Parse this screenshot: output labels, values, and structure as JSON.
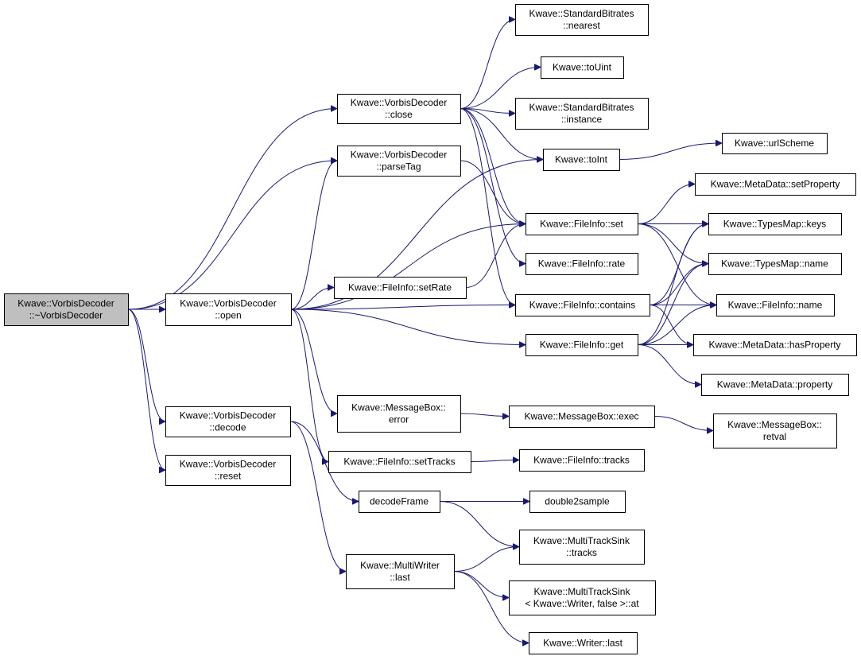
{
  "colors": {
    "edge": "#191970",
    "node_fill": "#ffffff",
    "root_fill": "#bfbfbf",
    "border": "#000000"
  },
  "nodes": [
    {
      "id": "root",
      "lines": [
        "Kwave::VorbisDecoder",
        "::~VorbisDecoder"
      ],
      "root": true
    },
    {
      "id": "close",
      "lines": [
        "Kwave::VorbisDecoder",
        "::close"
      ]
    },
    {
      "id": "parseTag",
      "lines": [
        "Kwave::VorbisDecoder",
        "::parseTag"
      ]
    },
    {
      "id": "open",
      "lines": [
        "Kwave::VorbisDecoder",
        "::open"
      ]
    },
    {
      "id": "decode",
      "lines": [
        "Kwave::VorbisDecoder",
        "::decode"
      ]
    },
    {
      "id": "reset",
      "lines": [
        "Kwave::VorbisDecoder",
        "::reset"
      ]
    },
    {
      "id": "nearest",
      "lines": [
        "Kwave::StandardBitrates",
        "::nearest"
      ]
    },
    {
      "id": "toUint",
      "lines": [
        "Kwave::toUint"
      ]
    },
    {
      "id": "instance",
      "lines": [
        "Kwave::StandardBitrates",
        "::instance"
      ]
    },
    {
      "id": "toInt",
      "lines": [
        "Kwave::toInt"
      ]
    },
    {
      "id": "urlScheme",
      "lines": [
        "Kwave::urlScheme"
      ]
    },
    {
      "id": "setProperty",
      "lines": [
        "Kwave::MetaData::setProperty"
      ]
    },
    {
      "id": "fiSet",
      "lines": [
        "Kwave::FileInfo::set"
      ]
    },
    {
      "id": "tmKeys",
      "lines": [
        "Kwave::TypesMap::keys"
      ]
    },
    {
      "id": "fiRate",
      "lines": [
        "Kwave::FileInfo::rate"
      ]
    },
    {
      "id": "tmName",
      "lines": [
        "Kwave::TypesMap::name"
      ]
    },
    {
      "id": "fiSetRate",
      "lines": [
        "Kwave::FileInfo::setRate"
      ]
    },
    {
      "id": "fiContains",
      "lines": [
        "Kwave::FileInfo::contains"
      ]
    },
    {
      "id": "fiName",
      "lines": [
        "Kwave::FileInfo::name"
      ]
    },
    {
      "id": "fiGet",
      "lines": [
        "Kwave::FileInfo::get"
      ]
    },
    {
      "id": "hasProperty",
      "lines": [
        "Kwave::MetaData::hasProperty"
      ]
    },
    {
      "id": "property",
      "lines": [
        "Kwave::MetaData::property"
      ]
    },
    {
      "id": "mbError",
      "lines": [
        "Kwave::MessageBox::",
        "error"
      ]
    },
    {
      "id": "mbExec",
      "lines": [
        "Kwave::MessageBox::exec"
      ]
    },
    {
      "id": "mbRetval",
      "lines": [
        "Kwave::MessageBox::",
        "retval"
      ]
    },
    {
      "id": "fiSetTracks",
      "lines": [
        "Kwave::FileInfo::setTracks"
      ]
    },
    {
      "id": "fiTracks",
      "lines": [
        "Kwave::FileInfo::tracks"
      ]
    },
    {
      "id": "decodeFrame",
      "lines": [
        "decodeFrame"
      ]
    },
    {
      "id": "double2sample",
      "lines": [
        "double2sample"
      ]
    },
    {
      "id": "mtsTracks",
      "lines": [
        "Kwave::MultiTrackSink",
        "::tracks"
      ]
    },
    {
      "id": "mwLast",
      "lines": [
        "Kwave::MultiWriter",
        "::last"
      ]
    },
    {
      "id": "mtsAt",
      "lines": [
        "Kwave::MultiTrackSink",
        "< Kwave::Writer, false >::at"
      ]
    },
    {
      "id": "writerLast",
      "lines": [
        "Kwave::Writer::last"
      ]
    }
  ],
  "edges": [
    [
      "root",
      "close"
    ],
    [
      "root",
      "parseTag"
    ],
    [
      "root",
      "open"
    ],
    [
      "root",
      "decode"
    ],
    [
      "root",
      "reset"
    ],
    [
      "close",
      "nearest"
    ],
    [
      "close",
      "toUint"
    ],
    [
      "close",
      "instance"
    ],
    [
      "close",
      "toInt"
    ],
    [
      "close",
      "fiSet"
    ],
    [
      "close",
      "fiRate"
    ],
    [
      "close",
      "fiContains"
    ],
    [
      "parseTag",
      "fiSet"
    ],
    [
      "open",
      "parseTag"
    ],
    [
      "open",
      "toInt"
    ],
    [
      "open",
      "fiSet"
    ],
    [
      "open",
      "fiSetRate"
    ],
    [
      "open",
      "fiContains"
    ],
    [
      "open",
      "fiGet"
    ],
    [
      "open",
      "mbError"
    ],
    [
      "open",
      "fiSetTracks"
    ],
    [
      "toInt",
      "urlScheme"
    ],
    [
      "fiSet",
      "setProperty"
    ],
    [
      "fiSet",
      "tmKeys"
    ],
    [
      "fiSet",
      "tmName"
    ],
    [
      "fiSet",
      "fiName"
    ],
    [
      "fiSetRate",
      "fiSet"
    ],
    [
      "fiContains",
      "tmKeys"
    ],
    [
      "fiContains",
      "tmName"
    ],
    [
      "fiContains",
      "fiName"
    ],
    [
      "fiContains",
      "hasProperty"
    ],
    [
      "fiGet",
      "tmKeys"
    ],
    [
      "fiGet",
      "tmName"
    ],
    [
      "fiGet",
      "fiName"
    ],
    [
      "fiGet",
      "hasProperty"
    ],
    [
      "fiGet",
      "property"
    ],
    [
      "mbError",
      "mbExec"
    ],
    [
      "mbExec",
      "mbRetval"
    ],
    [
      "fiSetTracks",
      "fiTracks"
    ],
    [
      "decode",
      "decodeFrame"
    ],
    [
      "decode",
      "mwLast"
    ],
    [
      "decodeFrame",
      "double2sample"
    ],
    [
      "decodeFrame",
      "mtsTracks"
    ],
    [
      "mwLast",
      "mtsTracks"
    ],
    [
      "mwLast",
      "mtsAt"
    ],
    [
      "mwLast",
      "writerLast"
    ]
  ]
}
